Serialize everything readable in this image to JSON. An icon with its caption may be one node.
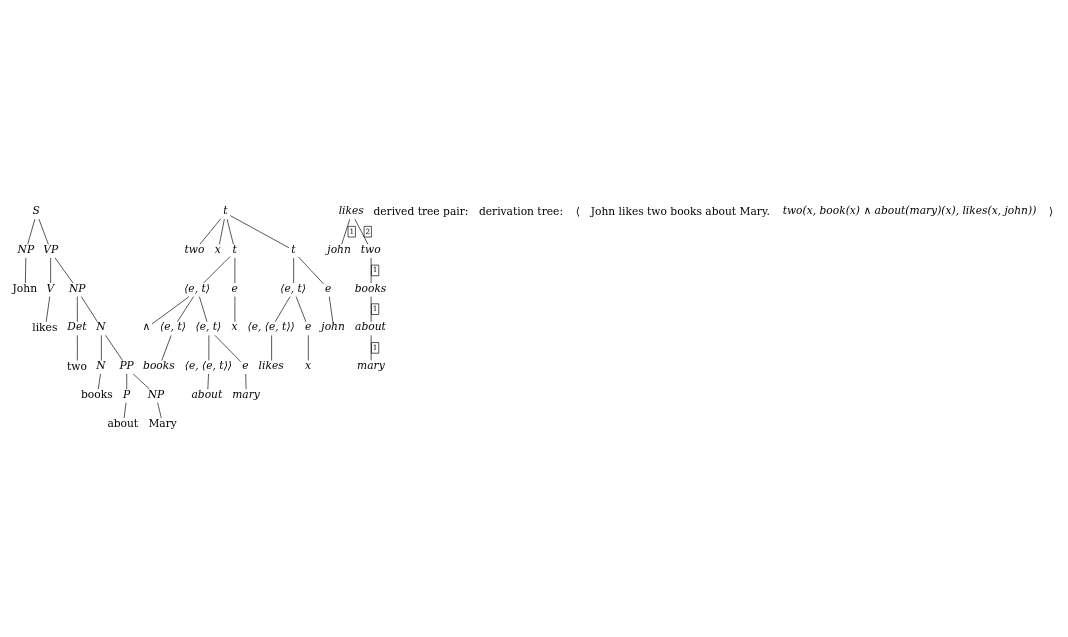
{
  "diagram": {
    "nodes": [
      {
        "text": [
          "S"
        ]
      },
      {
        "text": [
          "NP"
        ]
      },
      {
        "text": [
          "VP"
        ]
      },
      {
        "text": [
          "John"
        ]
      },
      {
        "text": [
          "V"
        ]
      },
      {
        "text": [
          "NP"
        ]
      },
      {
        "text": [
          "likes"
        ]
      },
      {
        "text": [
          "Det"
        ]
      },
      {
        "text": [
          "N"
        ]
      },
      {
        "text": [
          "two"
        ]
      },
      {
        "text": [
          "N"
        ]
      },
      {
        "text": [
          "PP"
        ]
      },
      {
        "text": [
          "books"
        ]
      },
      {
        "text": [
          "P"
        ]
      },
      {
        "text": [
          "NP"
        ]
      },
      {
        "text": [
          "about"
        ]
      },
      {
        "text": [
          "Mary"
        ]
      },
      {
        "text": [
          "t"
        ]
      },
      {
        "text": [
          "two"
        ]
      },
      {
        "text": [
          "x"
        ]
      },
      {
        "text": [
          "t"
        ]
      },
      {
        "text": [
          "t"
        ]
      },
      {
        "text": [
          "⟨e, t⟩"
        ]
      },
      {
        "text": [
          "e"
        ]
      },
      {
        "text": [
          "⟨e, t⟩"
        ]
      },
      {
        "text": [
          "e"
        ]
      },
      {
        "text": [
          "∧"
        ]
      },
      {
        "text": [
          "⟨e, t⟩"
        ]
      },
      {
        "text": [
          "⟨e, t⟩"
        ]
      },
      {
        "text": [
          "x"
        ]
      },
      {
        "text": [
          "⟨e, ⟨e, t⟩⟩"
        ]
      },
      {
        "text": [
          "e"
        ]
      },
      {
        "text": [
          "john"
        ]
      },
      {
        "text": [
          "books"
        ]
      },
      {
        "text": [
          "⟨e, ⟨e, t⟩⟩"
        ]
      },
      {
        "text": [
          "e"
        ]
      },
      {
        "text": [
          "likes"
        ]
      },
      {
        "text": [
          "x"
        ]
      },
      {
        "text": [
          "about"
        ]
      },
      {
        "text": [
          "mary"
        ]
      },
      {
        "text": [
          "likes"
        ]
      },
      {
        "text": [
          "john"
        ]
      },
      {
        "text": [
          "two"
        ]
      },
      {
        "text": [
          "books"
        ]
      },
      {
        "text": [
          "about"
        ]
      },
      {
        "text": [
          "mary"
        ]
      }
    ],
    "edges": [
      {
        "from": 0,
        "to": 1,
        "arrow": "none"
      },
      {
        "from": 0,
        "to": 2,
        "arrow": "none"
      },
      {
        "from": 1,
        "to": 3,
        "arrow": "none"
      },
      {
        "from": 2,
        "to": 4,
        "arrow": "none"
      },
      {
        "from": 2,
        "to": 5,
        "arrow": "none"
      },
      {
        "from": 4,
        "to": 6,
        "arrow": "none"
      },
      {
        "from": 5,
        "to": 7,
        "arrow": "none"
      },
      {
        "from": 5,
        "to": 8,
        "arrow": "none"
      },
      {
        "from": 7,
        "to": 9,
        "arrow": "none"
      },
      {
        "from": 8,
        "to": 10,
        "arrow": "none"
      },
      {
        "from": 8,
        "to": 11,
        "arrow": "none"
      },
      {
        "from": 10,
        "to": 12,
        "arrow": "none"
      },
      {
        "from": 11,
        "to": 13,
        "arrow": "none"
      },
      {
        "from": 11,
        "to": 14,
        "arrow": "none"
      },
      {
        "from": 13,
        "to": 15,
        "arrow": "none"
      },
      {
        "from": 14,
        "to": 16,
        "arrow": "none"
      },
      {
        "from": 17,
        "to": 18,
        "arrow": "none"
      },
      {
        "from": 17,
        "to": 19,
        "arrow": "none"
      },
      {
        "from": 17,
        "to": 20,
        "arrow": "none"
      },
      {
        "from": 17,
        "to": 21,
        "arrow": "none"
      },
      {
        "from": 20,
        "to": 22,
        "arrow": "none"
      },
      {
        "from": 20,
        "to": 23,
        "arrow": "none"
      },
      {
        "from": 21,
        "to": 24,
        "arrow": "none"
      },
      {
        "from": 21,
        "to": 25,
        "arrow": "none"
      },
      {
        "from": 22,
        "to": 26,
        "arrow": "none"
      },
      {
        "from": 22,
        "to": 27,
        "arrow": "none"
      },
      {
        "from": 22,
        "to": 28,
        "arrow": "none"
      },
      {
        "from": 23,
        "to": 29,
        "arrow": "none"
      },
      {
        "from": 24,
        "to": 30,
        "arrow": "none"
      },
      {
        "from": 24,
        "to": 31,
        "arrow": "none"
      },
      {
        "from": 25,
        "to": 32,
        "arrow": "none"
      },
      {
        "from": 27,
        "to": 33,
        "arrow": "none"
      },
      {
        "from": 28,
        "to": 34,
        "arrow": "none"
      },
      {
        "from": 28,
        "to": 35,
        "arrow": "none"
      },
      {
        "from": 30,
        "to": 36,
        "arrow": "none"
      },
      {
        "from": 31,
        "to": 37,
        "arrow": "none"
      },
      {
        "from": 34,
        "to": 38,
        "arrow": "none"
      },
      {
        "from": 35,
        "to": 39,
        "arrow": "none"
      },
      {
        "from": 40,
        "to": 41,
        "arrow": "none",
        "label": "1"
      },
      {
        "from": 40,
        "to": 42,
        "arrow": "none",
        "label": "2"
      },
      {
        "from": 42,
        "to": 43,
        "arrow": "none",
        "label": "1"
      },
      {
        "from": 43,
        "to": 44,
        "arrow": "none",
        "label": "1"
      },
      {
        "from": 44,
        "to": 45,
        "arrow": "none",
        "label": "1"
      }
    ],
    "labels": [
      "derived tree pair:",
      "derivation tree:",
      "⟨",
      "John likes two books about Mary.",
      "two(x, book(x) ∧ about(mary)(x), likes(x, john))",
      "⟩"
    ]
  }
}
